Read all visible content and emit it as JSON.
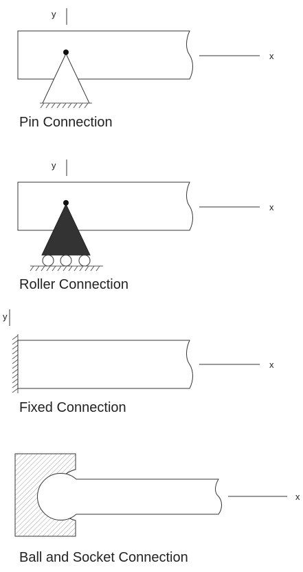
{
  "panels": {
    "pin": {
      "caption": "Pin Connection",
      "y_label": "y",
      "x_label": "x"
    },
    "roller": {
      "caption": "Roller Connection",
      "y_label": "y",
      "x_label": "x"
    },
    "fixed": {
      "caption": "Fixed Connection",
      "y_label": "y",
      "x_label": "x"
    },
    "ball_socket": {
      "caption": "Ball and Socket Connection",
      "x_label": "x"
    }
  },
  "colors": {
    "line": "#333333",
    "fill_dark": "#333333",
    "hatch": "#888888",
    "text": "#222222"
  }
}
